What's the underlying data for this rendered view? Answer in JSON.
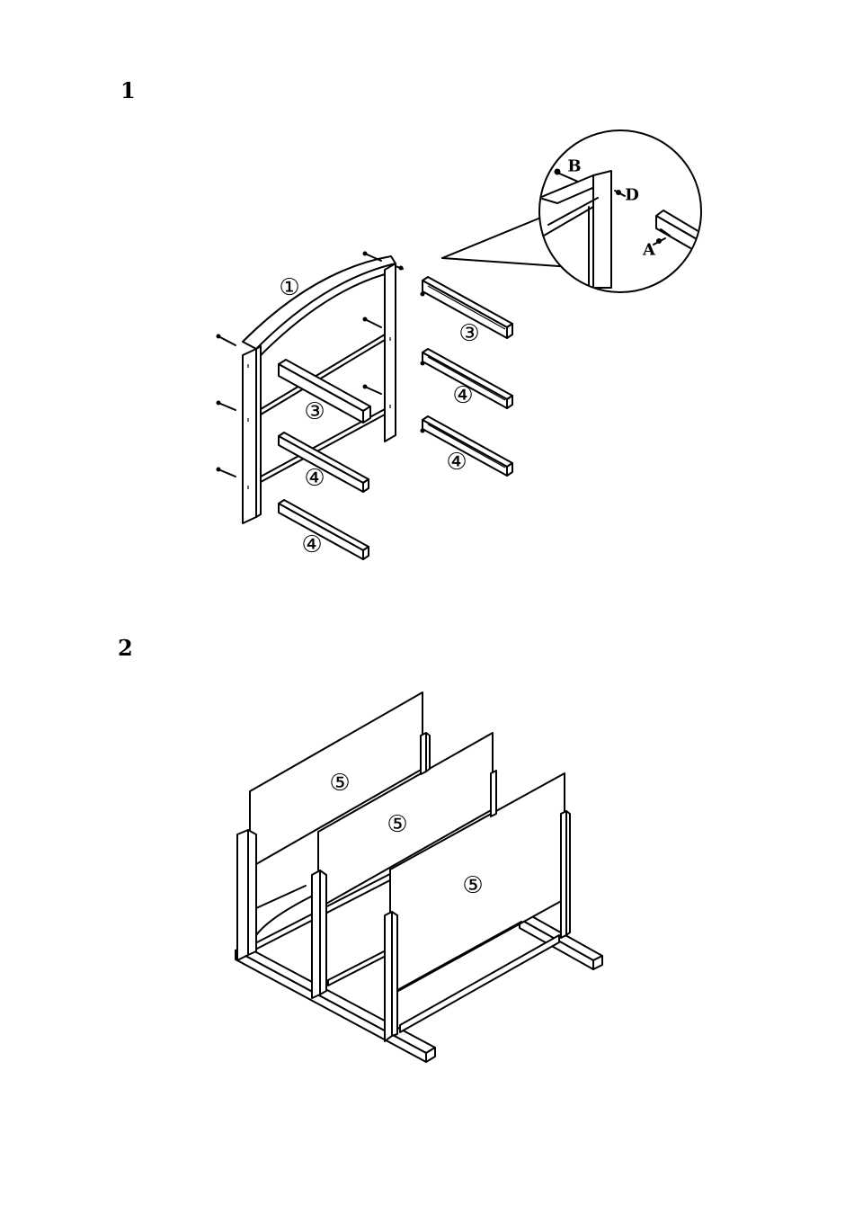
{
  "steps": [
    {
      "number": "1"
    },
    {
      "number": "2"
    }
  ],
  "step1": {
    "part_labels": [
      "①",
      "③",
      "④",
      "④",
      "③",
      "④",
      "④"
    ],
    "detail_letters": [
      "B",
      "D",
      "A"
    ]
  },
  "step2": {
    "part_labels": [
      "⑤",
      "⑤",
      "⑤"
    ]
  }
}
